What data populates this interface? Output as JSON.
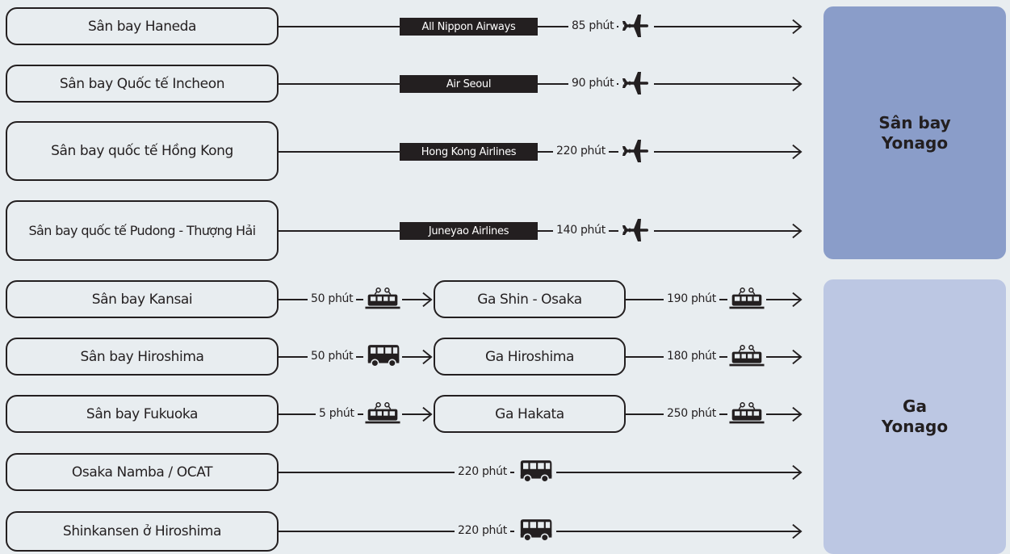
{
  "origins": [
    "Sân bay Haneda",
    "Sân bay Quốc tế Incheon",
    "Sân bay quốc tế Hồng Kong",
    "Sân bay quốc tế Pudong - Thượng Hải",
    "Sân bay Kansai",
    "Sân bay Hiroshima",
    "Sân bay Fukuoka",
    "Osaka Namba / OCAT",
    "Shinkansen ở Hiroshima"
  ],
  "airlines": [
    "All Nippon Airways",
    "Air Seoul",
    "Hong Kong Airlines",
    "Juneyao Airlines"
  ],
  "flight_durations": [
    "85 phút",
    "90 phút",
    "220 phút",
    "140 phút"
  ],
  "transfer_stations": [
    "Ga Shin - Osaka",
    "Ga Hiroshima",
    "Ga Hakata"
  ],
  "first_leg": [
    {
      "duration": "50 phút",
      "mode": "train-icon"
    },
    {
      "duration": "50 phút",
      "mode": "bus-icon"
    },
    {
      "duration": "5 phút",
      "mode": "train-icon"
    }
  ],
  "second_leg": [
    {
      "duration": "190 phút",
      "mode": "train-icon"
    },
    {
      "duration": "180 phút",
      "mode": "train-icon"
    },
    {
      "duration": "250 phút",
      "mode": "train-icon"
    }
  ],
  "direct_bus": [
    {
      "duration": "220 phút",
      "mode": "bus-icon"
    },
    {
      "duration": "220 phút",
      "mode": "bus-icon"
    }
  ],
  "destinations": {
    "airport": {
      "line1": "Sân bay",
      "line2": "Yonago",
      "color": "#8a9dc9"
    },
    "station": {
      "line1": "Ga",
      "line2": "Yonago",
      "color": "#bcc7e3"
    }
  }
}
